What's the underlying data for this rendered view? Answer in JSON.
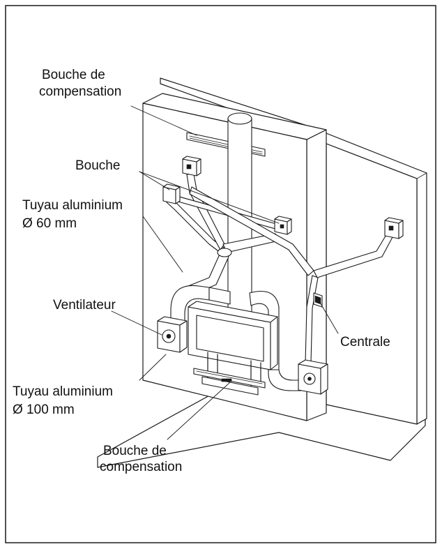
{
  "labels": {
    "top_vent_line1": "Bouche de",
    "top_vent_line2": "compensation",
    "bouche": "Bouche",
    "pipe60_line1": "Tuyau aluminium",
    "pipe60_line2": "Ø 60 mm",
    "ventilateur": "Ventilateur",
    "centrale": "Centrale",
    "pipe100_line1": "Tuyau aluminium",
    "pipe100_line2": "Ø 100 mm",
    "bottom_vent_line1": "Bouche de",
    "bottom_vent_line2": "compensation"
  }
}
